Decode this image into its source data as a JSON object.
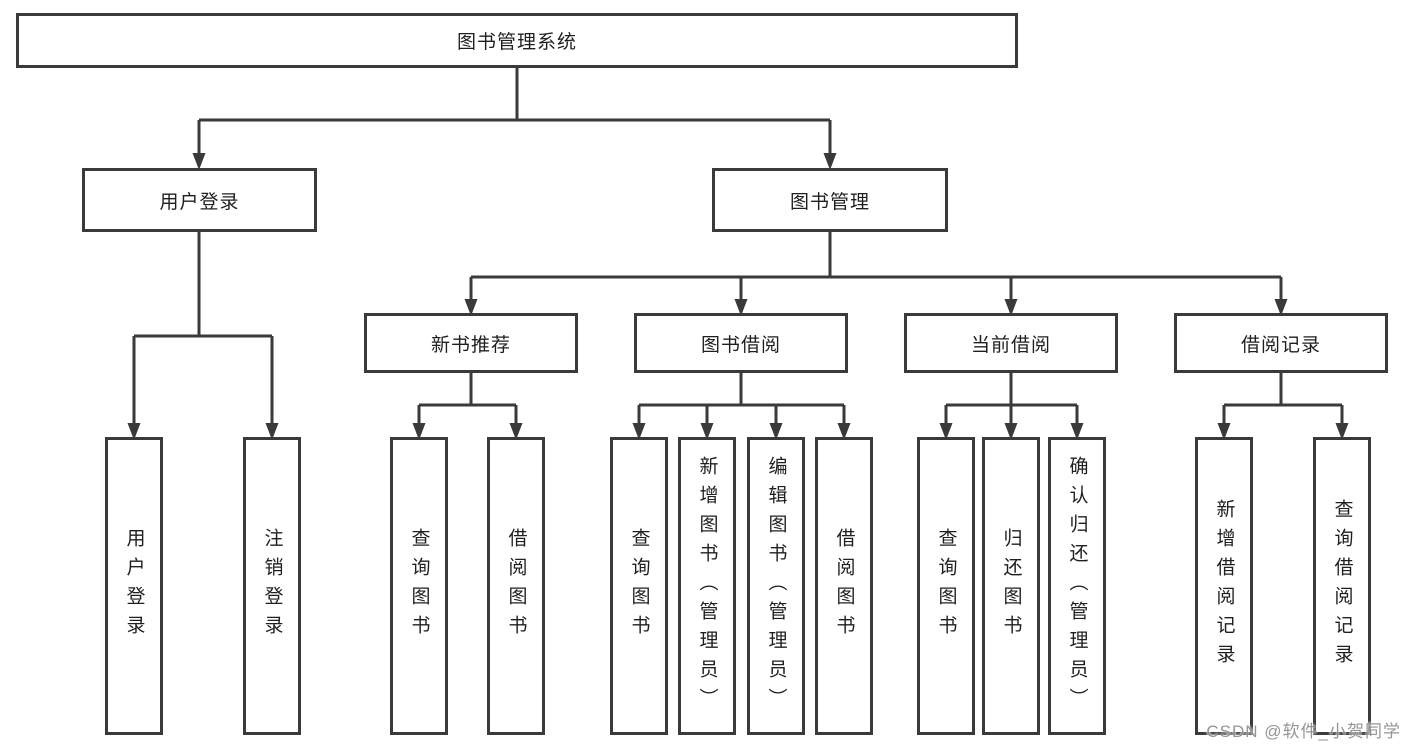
{
  "tree": {
    "root": {
      "label": "图书管理系统",
      "children": [
        {
          "label": "用户登录",
          "children": [
            {
              "label": "用户登录"
            },
            {
              "label": "注销登录"
            }
          ]
        },
        {
          "label": "图书管理",
          "children": [
            {
              "label": "新书推荐",
              "children": [
                {
                  "label": "查询图书"
                },
                {
                  "label": "借阅图书"
                }
              ]
            },
            {
              "label": "图书借阅",
              "children": [
                {
                  "label": "查询图书"
                },
                {
                  "label": "新增图书（管理员）"
                },
                {
                  "label": "编辑图书（管理员）"
                },
                {
                  "label": "借阅图书"
                }
              ]
            },
            {
              "label": "当前借阅",
              "children": [
                {
                  "label": "查询图书"
                },
                {
                  "label": "归还图书"
                },
                {
                  "label": "确认归还（管理员）"
                }
              ]
            },
            {
              "label": "借阅记录",
              "children": [
                {
                  "label": "新增借阅记录"
                },
                {
                  "label": "查询借阅记录"
                }
              ]
            }
          ]
        }
      ]
    }
  },
  "watermark": "CSDN @软件_小贺同学",
  "colors": {
    "line": "#3a3a3a",
    "box_border": "#3a3a3a",
    "box_background": "#ffffff",
    "text": "#1f1f1f",
    "watermark": "#828282"
  }
}
